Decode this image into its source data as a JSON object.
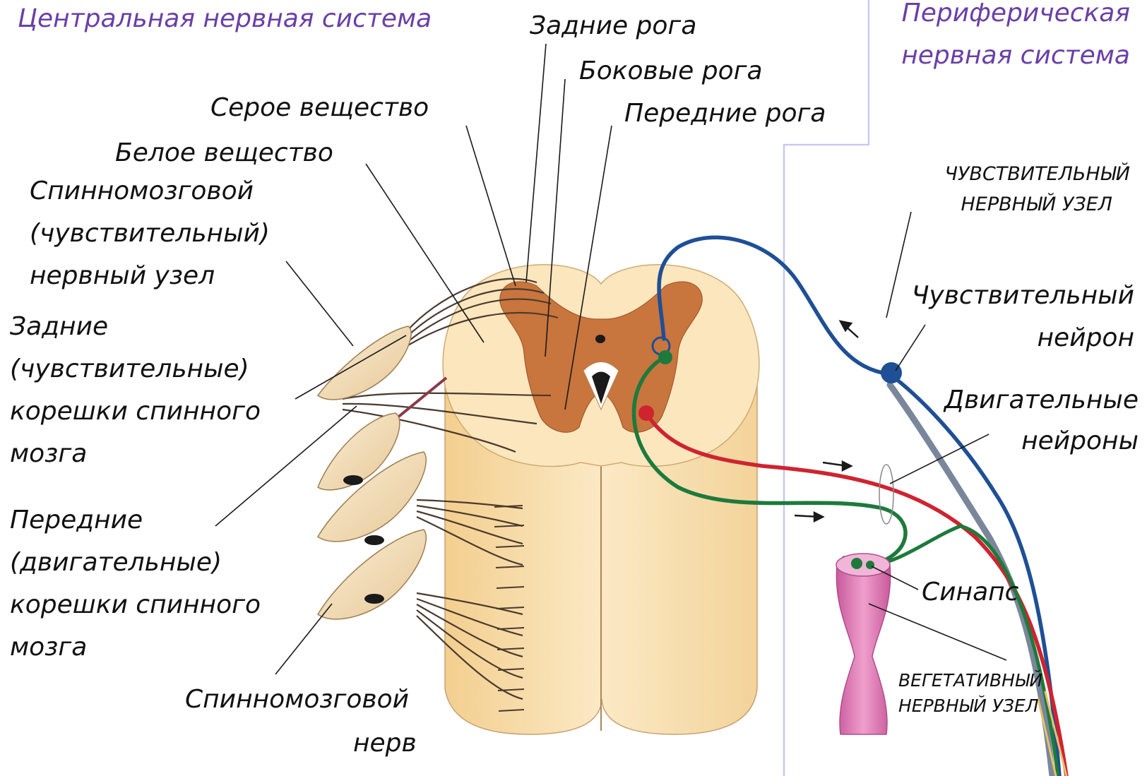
{
  "header": {
    "cns": "Центральная нервная система",
    "pns_line1": "Периферическая",
    "pns_line2": "нервная система"
  },
  "labels": {
    "posterior_horns": "Задние рога",
    "lateral_horns": "Боковые рога",
    "anterior_horns": "Передние рога",
    "gray_matter": "Серое вещество",
    "white_matter": "Белое вещество",
    "spinal_ganglion": [
      "Спинномозговой",
      "(чувствительный)",
      "нервный узел"
    ],
    "posterior_roots": [
      "Задние",
      "(чувствительные)",
      "корешки спинного",
      "мозга"
    ],
    "anterior_roots": [
      "Передние",
      "(двигательные)",
      "корешки спинного",
      "мозга"
    ],
    "spinal_nerve": [
      "Спинномозговой",
      "нерв"
    ],
    "sensory_ganglion": [
      "ЧУВСТВИТЕЛЬНЫЙ",
      "НЕРВНЫЙ УЗЕЛ"
    ],
    "sensory_neuron": [
      "Чувствительный",
      "нейрон"
    ],
    "motor_neurons": [
      "Двигательные",
      "нейроны"
    ],
    "synapse": "Синапс",
    "autonomic_ganglion": [
      "ВЕГЕТАТИВНЫЙ",
      "НЕРВНЫЙ УЗЕЛ"
    ]
  },
  "colors": {
    "system_heading": "#6a3fa8",
    "pns_border": "#c9c9ef",
    "white_matter": "#f8e2b8",
    "gray_matter": "#c8753e",
    "sensory_neuron": "#1f4f95",
    "motor_neuron": "#cf2330",
    "autonomic_neuron": "#1d7a3c",
    "autonomic_ganglion": "#d77ab2"
  }
}
